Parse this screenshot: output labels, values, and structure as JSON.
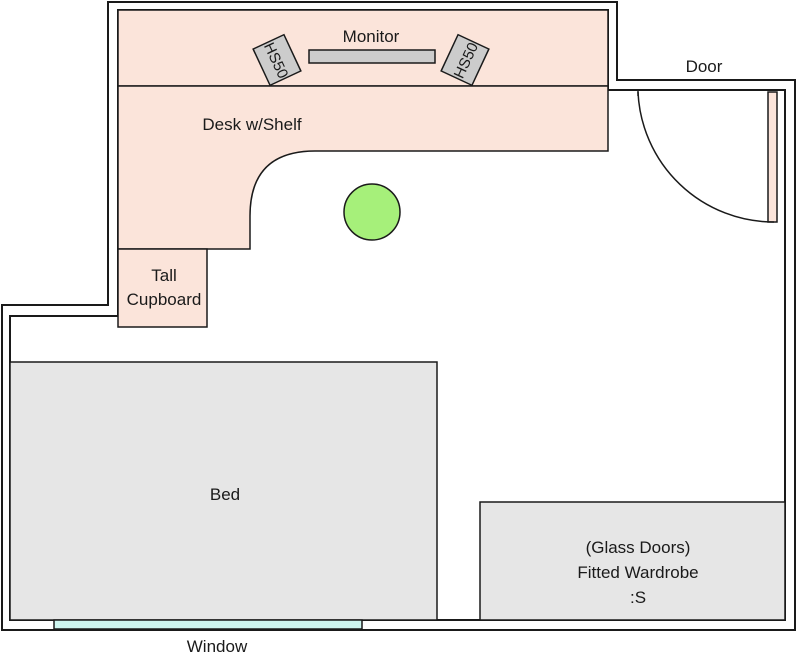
{
  "labels": {
    "monitor": "Monitor",
    "speaker_left": "HS50",
    "speaker_right": "HS50",
    "desk": "Desk w/Shelf",
    "cupboard_line1": "Tall",
    "cupboard_line2": "Cupboard",
    "bed": "Bed",
    "door": "Door",
    "wardrobe_line1": "(Glass Doors)",
    "wardrobe_line2": "Fitted Wardrobe",
    "wardrobe_line3": ":S",
    "window": "Window"
  },
  "colors": {
    "wall": "#1a1a1a",
    "desk_fill": "#fbe4da",
    "furniture_fill": "#e6e6e6",
    "speaker_fill": "#cccccc",
    "chair_fill": "#a6f07a",
    "window_fill": "#cdf5ef"
  }
}
